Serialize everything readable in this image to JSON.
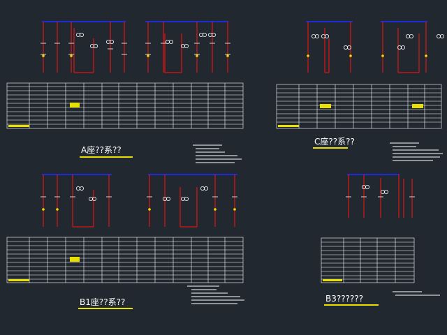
{
  "titles": {
    "a": "A座??系??",
    "c": "C座??系??",
    "b1": "B1座??系??",
    "b3": "B3??????"
  },
  "colors": {
    "background": "#212830",
    "busbar": "#1b2bd8",
    "feeder": "#e01414",
    "equipment": "#ffffff",
    "highlight": "#e8e000",
    "table_line": "#ffffff"
  },
  "diagrams": [
    {
      "id": "a",
      "feeders": 14,
      "tables": 1
    },
    {
      "id": "c",
      "feeders": 8,
      "tables": 1
    },
    {
      "id": "b1",
      "feeders": 14,
      "tables": 1
    },
    {
      "id": "b3",
      "feeders": 4,
      "tables": 1
    }
  ]
}
